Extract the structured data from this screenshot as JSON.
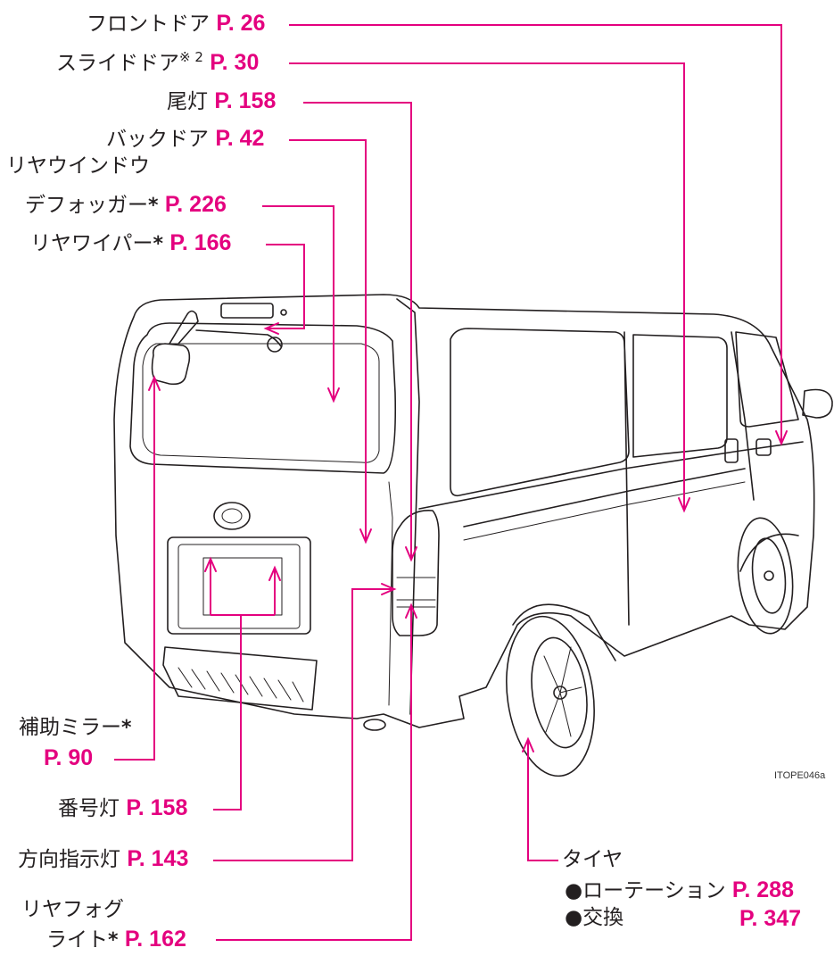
{
  "accent_color": "#e4007f",
  "line_color": "#231f20",
  "figure_code": "ITOPE046a",
  "labels": {
    "front_door": {
      "text": "フロントドア",
      "page": "P. 26"
    },
    "slide_door": {
      "text": "スライドドア",
      "mark": "※ 2",
      "page": "P. 30"
    },
    "tail_lamp": {
      "text": "尾灯",
      "page": "P. 158"
    },
    "back_door": {
      "text": "バックドア",
      "page": "P. 42"
    },
    "rear_defogger": {
      "line1": "リヤウインドウ",
      "line2": "デフォッガー",
      "mark": "*",
      "page": "P. 226"
    },
    "rear_wiper": {
      "text": "リヤワイパー",
      "mark": "*",
      "page": "P. 166"
    },
    "aux_mirror": {
      "line1": "補助ミラー",
      "mark": "*",
      "page": "P. 90"
    },
    "license_lamp": {
      "text": "番号灯",
      "page": "P. 158"
    },
    "turn_signal": {
      "text": "方向指示灯",
      "page": "P. 143"
    },
    "rear_fog": {
      "line1": "リヤフォグ",
      "line2": "ライト",
      "mark": "*",
      "page": "P. 162"
    },
    "tire": {
      "title": "タイヤ",
      "rotation": {
        "text": "●ローテーション",
        "page": "P. 288"
      },
      "replace": {
        "text": "●交換",
        "page": "P. 347"
      }
    }
  }
}
